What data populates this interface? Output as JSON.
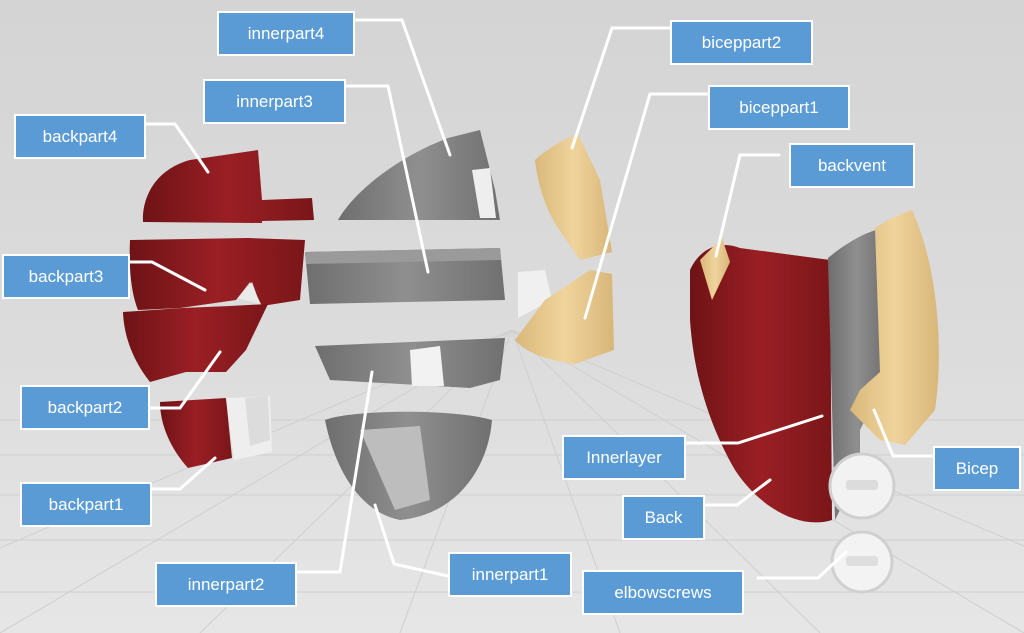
{
  "labels": {
    "innerpart4": "innerpart4",
    "innerpart3": "innerpart3",
    "innerpart2": "innerpart2",
    "innerpart1": "innerpart1",
    "backpart4": "backpart4",
    "backpart3": "backpart3",
    "backpart2": "backpart2",
    "backpart1": "backpart1",
    "biceppart2": "biceppart2",
    "biceppart1": "biceppart1",
    "backvent": "backvent",
    "innerlayer": "Innerlayer",
    "bicep": "Bicep",
    "back": "Back",
    "elbowscrews": "elbowscrews"
  },
  "colors": {
    "label_fill": "#5b9bd5",
    "label_text": "#ffffff",
    "red_part": "#8b1a1e",
    "gray_part": "#7f7f7f",
    "gold_part": "#e8c98c",
    "white_part": "#f0f0f0"
  }
}
